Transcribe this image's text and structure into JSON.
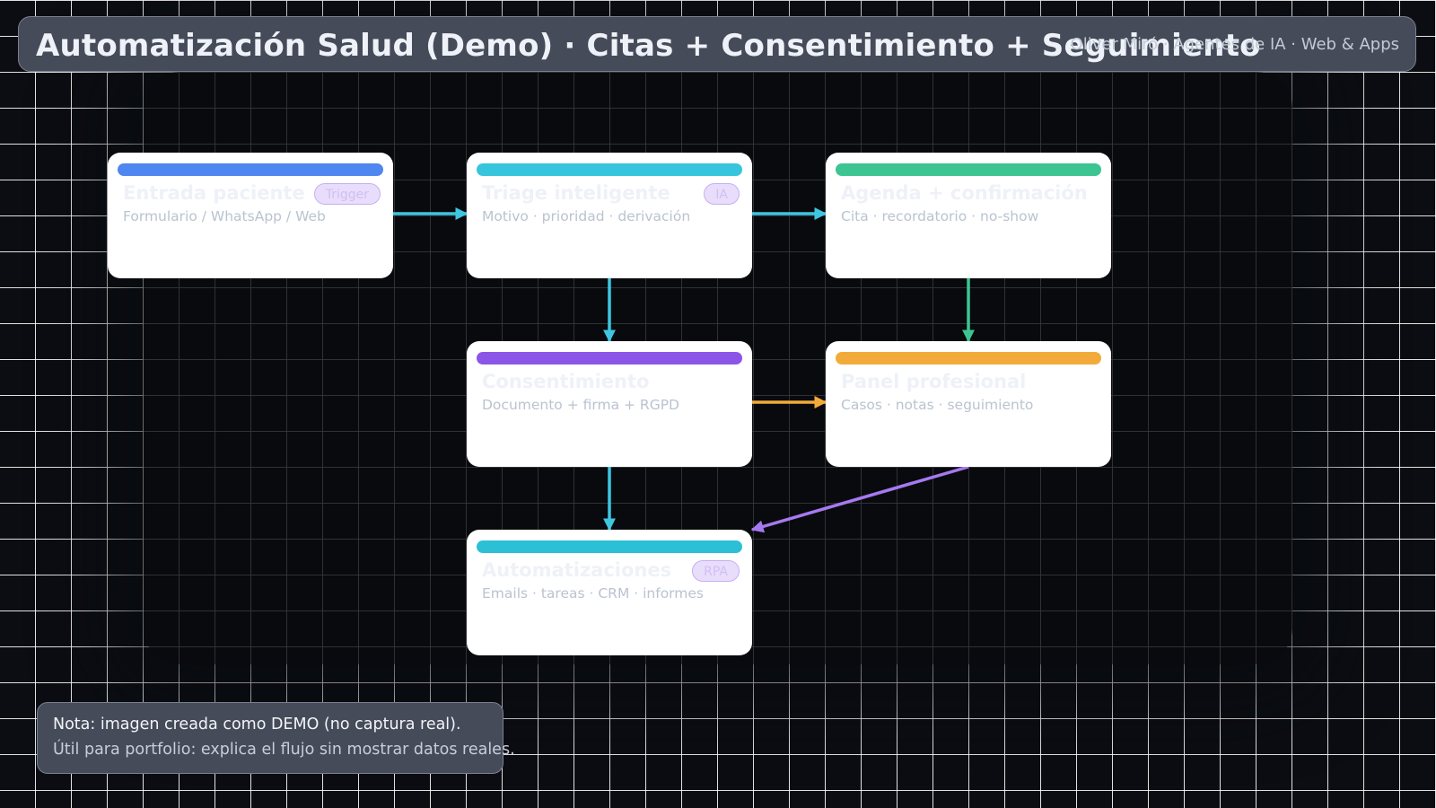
{
  "header": {
    "title": "Automatización Salud (Demo) · Citas + Consentimiento + Seguimiento",
    "author": "Oliver Miró · Agentes de IA · Web & Apps"
  },
  "nodes": [
    {
      "id": "entrada",
      "title": "Entrada paciente",
      "subtitle": "Formulario / WhatsApp / Web",
      "badge": "Trigger",
      "color": "#4f86f0"
    },
    {
      "id": "triage",
      "title": "Triage inteligente",
      "subtitle": "Motivo · prioridad · derivación",
      "badge": "IA",
      "color": "#36c5dd"
    },
    {
      "id": "agenda",
      "title": "Agenda + confirmación",
      "subtitle": "Cita · recordatorio · no-show",
      "badge": "",
      "color": "#3cc593"
    },
    {
      "id": "consentimiento",
      "title": "Consentimiento",
      "subtitle": "Documento + firma + RGPD",
      "badge": "",
      "color": "#8b55e8"
    },
    {
      "id": "panel",
      "title": "Panel profesional",
      "subtitle": "Casos · notas · seguimiento",
      "badge": "",
      "color": "#f2ab3a"
    },
    {
      "id": "automatizaciones",
      "title": "Automatizaciones",
      "subtitle": "Emails · tareas · CRM · informes",
      "badge": "RPA",
      "color": "#2cc0d6"
    }
  ],
  "edges": [
    {
      "from": "entrada",
      "to": "triage",
      "color": "#3ec6e0"
    },
    {
      "from": "triage",
      "to": "agenda",
      "color": "#3ec6e0"
    },
    {
      "from": "triage",
      "to": "consentimiento",
      "color": "#3ec6e0"
    },
    {
      "from": "agenda",
      "to": "panel",
      "color": "#3cc593"
    },
    {
      "from": "consentimiento",
      "to": "panel",
      "color": "#f2ab3a"
    },
    {
      "from": "consentimiento",
      "to": "automatizaciones",
      "color": "#3ec6e0"
    },
    {
      "from": "panel",
      "to": "automatizaciones",
      "color": "#a679f0"
    }
  ],
  "note": {
    "line1": "Nota: imagen creada como DEMO (no captura real).",
    "line2": "Útil para portfolio: explica el flujo sin mostrar datos reales."
  }
}
